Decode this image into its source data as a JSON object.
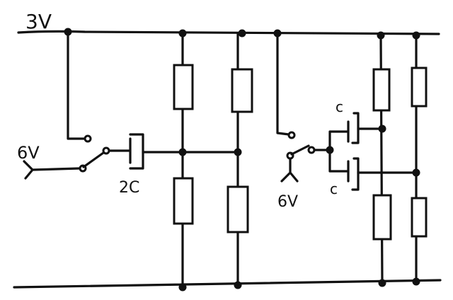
{
  "supply_label": "3V",
  "left_input_label": "6V",
  "left_capacitor_label": "2C",
  "right_input_label": "6V",
  "right_top_capacitor_label": "c",
  "right_bottom_capacitor_label": "c"
}
